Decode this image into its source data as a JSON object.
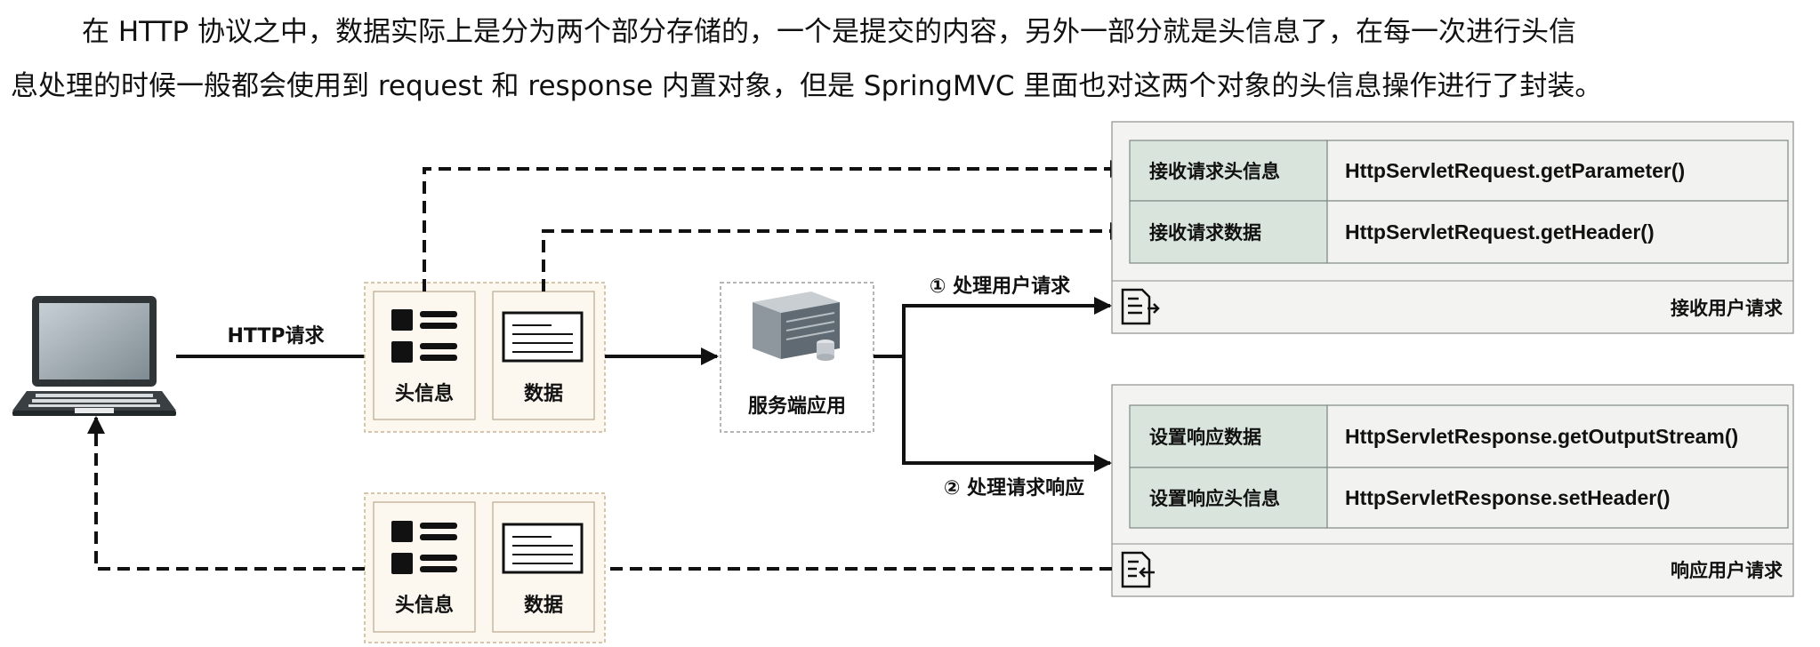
{
  "intro": {
    "line1": "在 HTTP 协议之中，数据实际上是分为两个部分存储的，一个是提交的内容，另外一部分就是头信息了，在每一次进行头信",
    "line2": "息处理的时候一般都会使用到 request 和 response 内置对象，但是 SpringMVC 里面也对这两个对象的头信息操作进行了封装。"
  },
  "diagram": {
    "http_request_label": "HTTP请求",
    "request_packet": {
      "header_label": "头信息",
      "data_label": "数据"
    },
    "response_packet": {
      "header_label": "头信息",
      "data_label": "数据"
    },
    "server_label": "服务端应用",
    "step1_label": "① 处理用户请求",
    "step2_label": "② 处理请求响应",
    "receive_panel": {
      "title": "接收用户请求",
      "rows": [
        {
          "name": "接收请求头信息",
          "method": "HttpServletRequest.getParameter()"
        },
        {
          "name": "接收请求数据",
          "method": "HttpServletRequest.getHeader()"
        }
      ]
    },
    "response_panel": {
      "title": "响应用户请求",
      "rows": [
        {
          "name": "设置响应数据",
          "method": "HttpServletResponse.getOutputStream()"
        },
        {
          "name": "设置响应头信息",
          "method": "HttpServletResponse.setHeader()"
        }
      ]
    },
    "colors": {
      "packet_fill": "#fcf8f0",
      "packet_border": "#c9b48f",
      "panel_fill": "#f3f4f2",
      "name_cell_fill": "#d9e4dd",
      "method_cell_fill": "#f2f3f1",
      "line": "#111111"
    }
  }
}
